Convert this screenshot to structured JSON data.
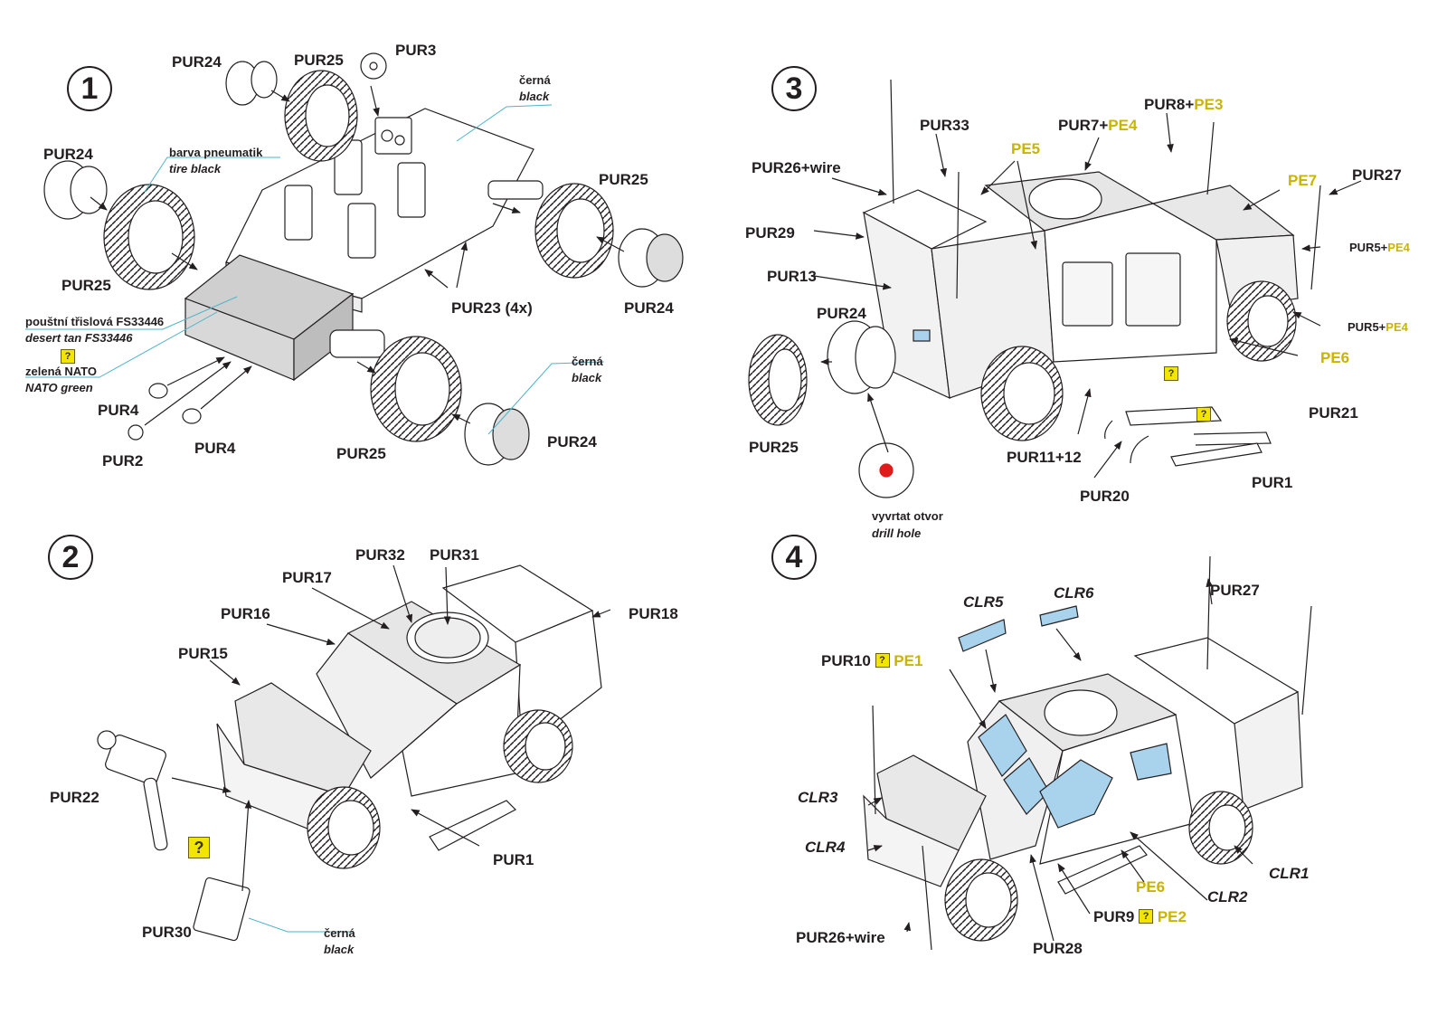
{
  "steps": {
    "s1": "1",
    "s2": "2",
    "s3": "3",
    "s4": "4"
  },
  "q": "?",
  "step1": {
    "pur24_a": "PUR24",
    "pur25_a": "PUR25",
    "pur3": "PUR3",
    "cerna1": "černá",
    "black1": "black",
    "pur24_b": "PUR24",
    "barva": "barva pneumatik",
    "tire": "tire black",
    "pur25_b": "PUR25",
    "pur25_c": "PUR25",
    "pur24_c": "PUR24",
    "pur23": "PUR23 (4x)",
    "poustni": "pouštní třislová FS33446",
    "desert": "desert tan FS33446",
    "zelena": "zelená NATO",
    "natogreen": "NATO green",
    "pur4_a": "PUR4",
    "pur2": "PUR2",
    "pur4_b": "PUR4",
    "pur25_d": "PUR25",
    "cerna2": "černá",
    "black2": "black",
    "pur24_d": "PUR24"
  },
  "step2": {
    "pur32": "PUR32",
    "pur31": "PUR31",
    "pur17": "PUR17",
    "pur16": "PUR16",
    "pur18": "PUR18",
    "pur15": "PUR15",
    "pur22": "PUR22",
    "pur1": "PUR1",
    "pur30": "PUR30",
    "cerna": "černá",
    "black": "black"
  },
  "step3": {
    "pur33": "PUR33",
    "pur7": "PUR7+",
    "pe4a": "PE4",
    "pur8": "PUR8+",
    "pe3": "PE3",
    "pur26": "PUR26+wire",
    "pe5": "PE5",
    "pe7": "PE7",
    "pur27": "PUR27",
    "pur29": "PUR29",
    "pur5a": "PUR5+",
    "pe4b": "PE4",
    "pur13": "PUR13",
    "pur24": "PUR24",
    "pur5b": "PUR5+",
    "pe4c": "PE4",
    "pe6": "PE6",
    "pur21": "PUR21",
    "pur25": "PUR25",
    "pur11": "PUR11+12",
    "pur1": "PUR1",
    "pur20": "PUR20",
    "vyvrtat": "vyvrtat otvor",
    "drill": "drill hole"
  },
  "step4": {
    "clr5": "CLR5",
    "clr6": "CLR6",
    "pur27": "PUR27",
    "pur10": "PUR10",
    "pe1": "PE1",
    "clr3": "CLR3",
    "clr4": "CLR4",
    "clr1": "CLR1",
    "pe6": "PE6",
    "clr2": "CLR2",
    "pur9": "PUR9",
    "pe2": "PE2",
    "pur26": "PUR26+wire",
    "pur28": "PUR28"
  },
  "colors": {
    "ink": "#231f20",
    "teal": "#4fb3c8",
    "tan": "#cfcfcf",
    "glass": "#a9d3ec",
    "pe": "#c9b400",
    "qbox": "#f2e600",
    "drill": "#e01b1b"
  }
}
